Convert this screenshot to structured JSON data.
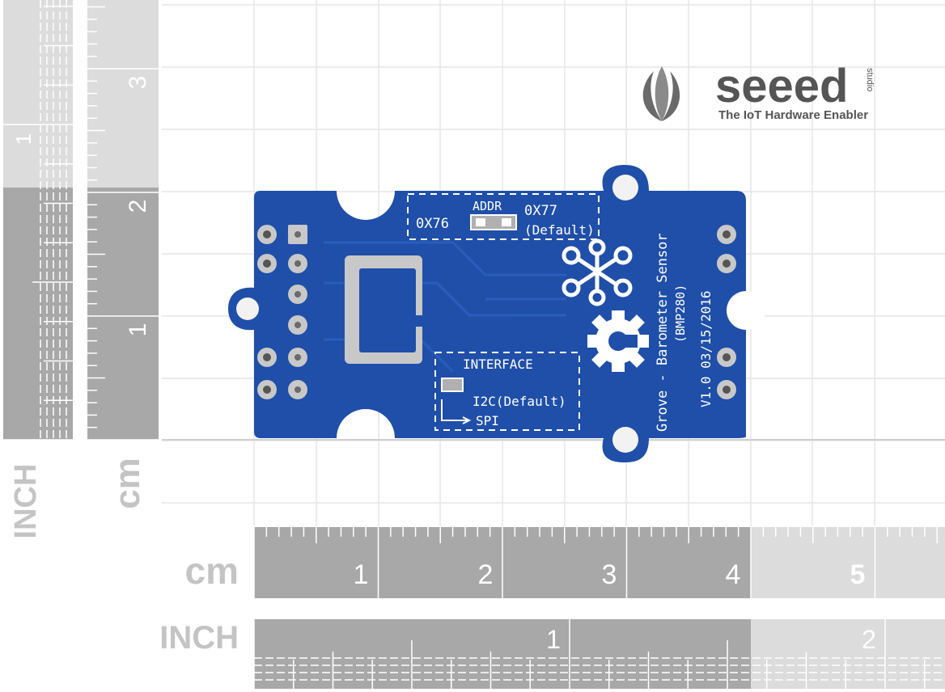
{
  "brand": {
    "name": "seeed",
    "sub": "studio",
    "tagline": "The IoT Hardware Enabler",
    "color": "#555555"
  },
  "board": {
    "color": "#1f4fa8",
    "addr_title": "ADDR",
    "addr_left": "0X76",
    "addr_right": "0X77",
    "addr_default": "(Default)",
    "interface_title": "INTERFACE",
    "interface_i2c": "I2C(Default)",
    "interface_spi": "SPI",
    "name_line1": "Grove - Barometer Sensor",
    "name_line2": "(BMP280)",
    "version": "V1.0 03/15/2016"
  },
  "rulers": {
    "bottom_cm": {
      "unit": "cm",
      "labels": [
        "1",
        "2",
        "3",
        "4",
        "5"
      ]
    },
    "bottom_inch": {
      "unit": "INCH",
      "labels": [
        "1",
        "2"
      ]
    },
    "left_cm": {
      "unit": "cm",
      "labels": [
        "1",
        "2",
        "3"
      ]
    },
    "left_inch": {
      "unit": "INCH",
      "labels": [
        "1"
      ]
    }
  },
  "colors": {
    "ruler_dark": "#a8a8a8",
    "ruler_light": "#dcdcdc",
    "grid": "#e6e6e6",
    "label_gray": "#c4c4c4"
  }
}
